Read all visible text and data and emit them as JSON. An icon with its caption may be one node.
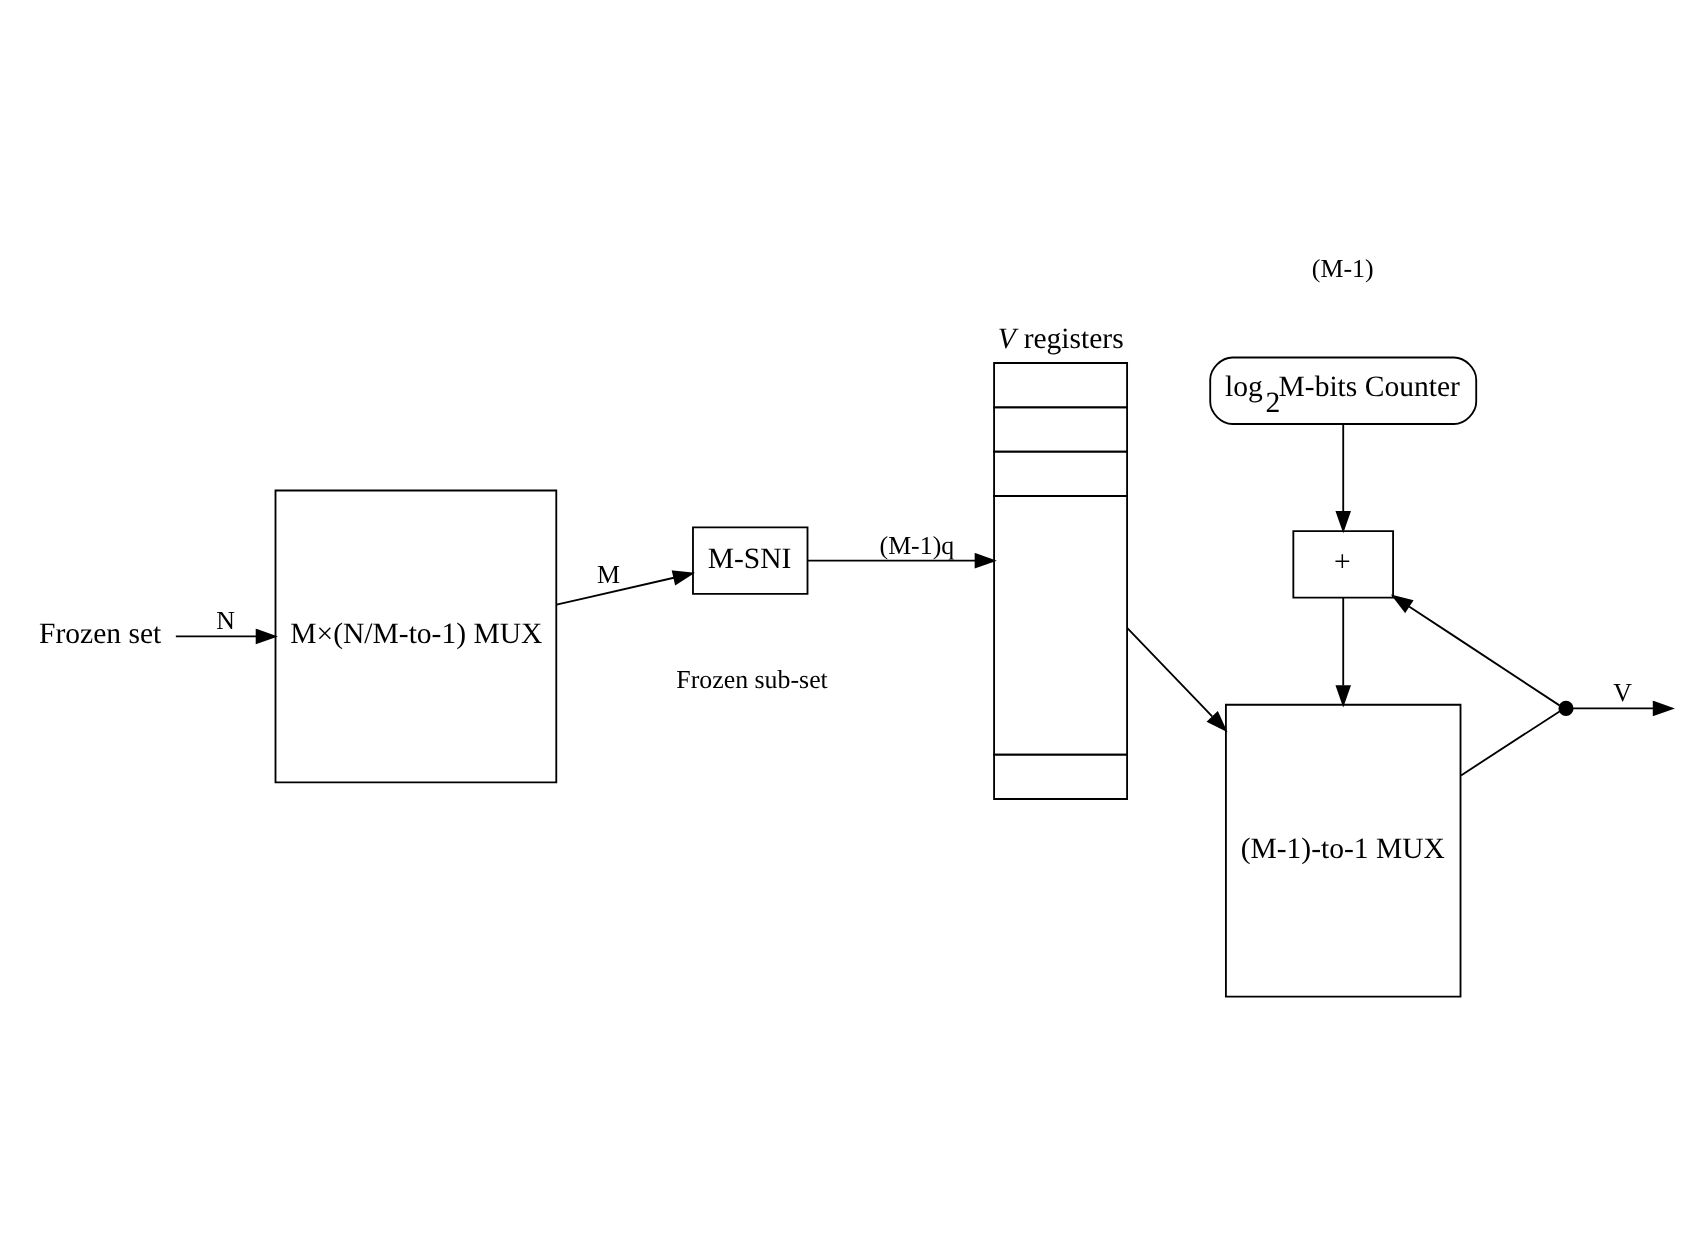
{
  "diagram": {
    "nodes": [
      {
        "text": [
          "Frozen set"
        ]
      },
      {
        "text": [
          "M×(N/M-to-1) MUX"
        ]
      },
      {
        "text": [
          "M-SNI"
        ]
      },
      {
        "text": [
          "*V* registers"
        ]
      },
      {
        "text": [
          "(M-1)-to-1 MUX"
        ]
      },
      {
        "text": [
          "log$_{2}$M-bits Counter"
        ]
      },
      {
        "text": [
          "+"
        ]
      },
      {
        "text": [],
        "shape": "circle"
      }
    ],
    "edges": [
      {
        "from": 0,
        "to": 1,
        "arrow": "to",
        "label": "N"
      },
      {
        "from": 1,
        "to": 2,
        "arrow": "to",
        "label": "M"
      },
      {
        "from": 2,
        "to": 3,
        "arrow": "to",
        "label": "(M-1)q"
      },
      {
        "from": 3,
        "to": 4,
        "arrow": "to"
      },
      {
        "from": 5,
        "to": 6,
        "arrow": "to"
      },
      {
        "from": 6,
        "to": 4,
        "arrow": "to"
      },
      {
        "from": 4,
        "to": 7,
        "arrow": "none"
      },
      {
        "from": 7,
        "to": null,
        "arrow": "to",
        "label": "V"
      },
      {
        "from": 7,
        "to": 6,
        "arrow": "to"
      }
    ],
    "labels": [
      "Frozen sub-set",
      "(M-1)"
    ]
  }
}
